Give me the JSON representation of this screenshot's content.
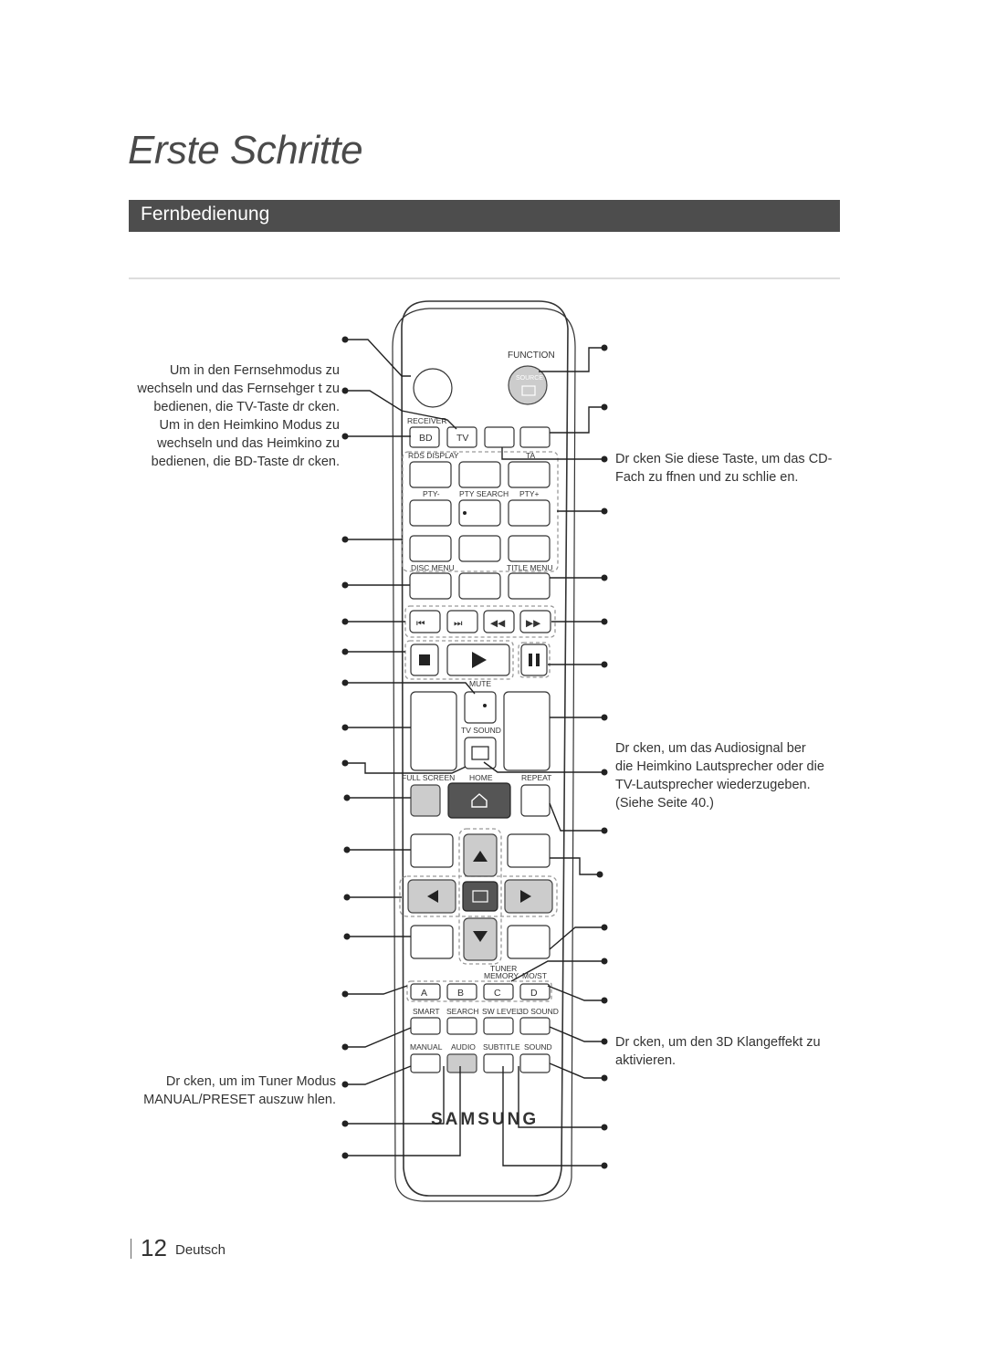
{
  "page": {
    "title": "Erste Schritte",
    "section": "Fernbedienung",
    "page_number": "12",
    "language": "Deutsch"
  },
  "descriptions": {
    "tv_mode": [
      "Um in den Fernsehmodus zu",
      "wechseln und das Fernsehger t zu",
      "bedienen, die TV-Taste dr cken."
    ],
    "bd_mode": [
      "Um in den Heimkino Modus zu",
      "wechseln und das Heimkino zu",
      "bedienen, die BD-Taste dr cken."
    ],
    "cd_tray": [
      "Dr cken Sie diese Taste, um das CD-",
      "Fach zu  ffnen und zu schlie en."
    ],
    "tv_sound": [
      "Dr cken, um das Audiosignal  ber",
      "die Heimkino Lautsprecher oder die",
      "TV-Lautsprecher wiederzugeben.",
      "(Siehe Seite 40.)"
    ],
    "sound_3d": [
      "Dr cken, um den 3D Klangeffekt zu",
      "aktivieren."
    ],
    "tuner_mode": [
      "Dr cken, um im Tuner Modus",
      "MANUAL/PRESET auszuw hlen."
    ]
  },
  "remote": {
    "brand": "SAMSUNG",
    "labels": {
      "function": "FUNCTION",
      "source": "SOURCE",
      "receiver": "RECEIVER",
      "bd": "BD",
      "tv": "TV",
      "rds_display": "RDS DISPLAY",
      "ta": "TA",
      "pty_minus": "PTY-",
      "pty_search": "PTY SEARCH",
      "pty_plus": "PTY+",
      "disc_menu": "DISC MENU",
      "title_menu": "TITLE MENU",
      "mute": "MUTE",
      "tv_sound": "TV SOUND",
      "full_screen": "FULL SCREEN",
      "home": "HOME",
      "repeat": "REPEAT",
      "tuner_memory": "TUNER\nMEMORY",
      "mo_st": "MO/ST",
      "a": "A",
      "b": "B",
      "c": "C",
      "d": "D",
      "smart": "SMART",
      "search": "SEARCH",
      "sw_level": "SW LEVEL",
      "sound_3d": "3D SOUND",
      "manual": "MANUAL",
      "audio": "AUDIO",
      "subtitle": "SUBTITLE",
      "sound": "SOUND"
    }
  }
}
